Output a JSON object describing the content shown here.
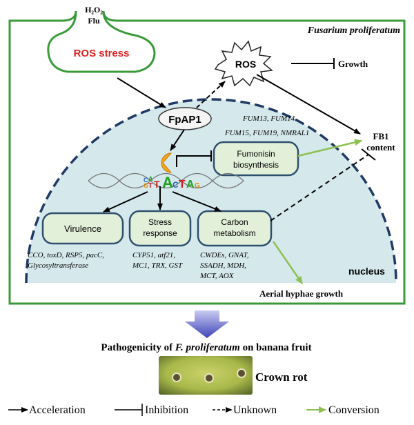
{
  "stressor": {
    "line1": "H₂O₂",
    "line2": "Flu"
  },
  "organism_label": "Fusarium proliferatum",
  "ros_stress_label": "ROS stress",
  "ros_label": "ROS",
  "growth_label": "Growth",
  "fpap1_label": "FpAP1",
  "fum_genes": {
    "line1": "FUM13, FUM14",
    "line2": "FUM15, FUM19, NMRAL1"
  },
  "fumonisin": {
    "line1": "Fumonisin",
    "line2": "biosynthesis"
  },
  "fb1": {
    "line1": "FB1",
    "line2": "content"
  },
  "virulence_label": "Virulence",
  "stress_response": {
    "line1": "Stress",
    "line2": "response"
  },
  "carbon_metabolism": {
    "line1": "Carbon",
    "line2": "metabolism"
  },
  "virulence_genes": {
    "line1": "CCO, toxD, RSP5, pacC,",
    "line2": "Glycosyltransferase"
  },
  "stress_genes": {
    "line1": "CYP51, atf21,",
    "line2": "MC1, TRX, GST"
  },
  "carbon_genes": {
    "line1": "CWDEs, GNAT,",
    "line2": "SSADH, MDH,",
    "line3": "MCT, AOX"
  },
  "nucleus_label": "nucleus",
  "aerial_label": "Aerial hyphae growth",
  "pathogenicity": {
    "prefix": "Pathogenicity of ",
    "species": "F. proliferatum",
    "suffix": " on banana fruit"
  },
  "crown_rot_label": "Crown rot",
  "legend": {
    "acceleration": "Acceleration",
    "inhibition": "Inhibition",
    "unknown": "Unknown",
    "conversion": "Conversion"
  },
  "colors": {
    "cell_border": "#3a9a3a",
    "nucleus_fill": "#d5e8ec",
    "nucleus_border": "#1f3a63",
    "box_fill": "#e2efd9",
    "box_border": "#2e4f6e",
    "ros_stress_text": "#e02020",
    "conversion_arrow": "#8cc152",
    "down_arrow": "#5a5ec8"
  }
}
